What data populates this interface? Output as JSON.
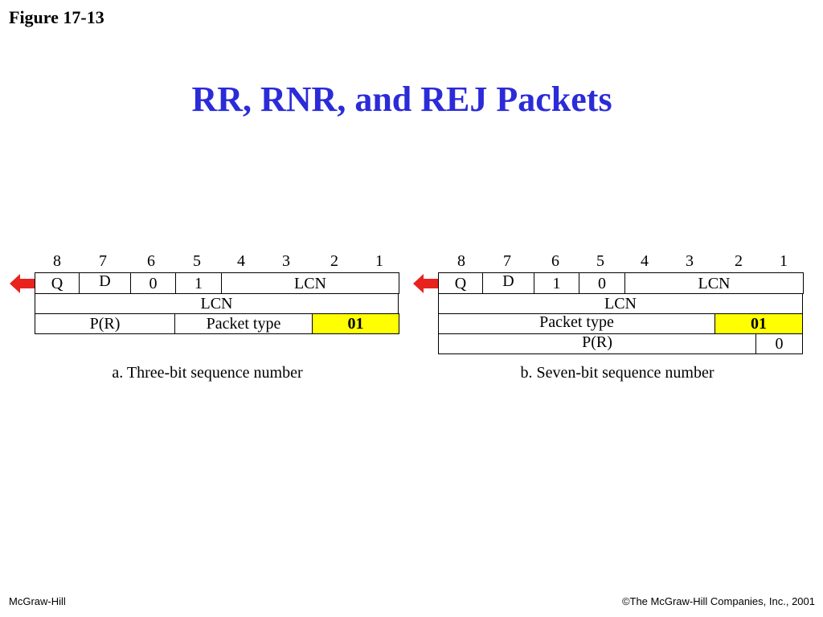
{
  "figure_label": "Figure 17-13",
  "title": "RR, RNR, and REJ Packets",
  "bit_numbers": [
    "8",
    "7",
    "6",
    "5",
    "4",
    "3",
    "2",
    "1"
  ],
  "diagram_a": {
    "row1": [
      "Q",
      "D",
      "0",
      "1",
      "LCN"
    ],
    "row2": [
      "LCN"
    ],
    "row3": [
      "P(R)",
      "Packet type",
      "01"
    ],
    "caption": "a. Three-bit sequence number"
  },
  "diagram_b": {
    "row1": [
      "Q",
      "D",
      "1",
      "0",
      "LCN"
    ],
    "row2": [
      "LCN"
    ],
    "row3": [
      "Packet type",
      "01"
    ],
    "row4": [
      "P(R)",
      "0"
    ],
    "caption": "b. Seven-bit sequence number"
  },
  "colors": {
    "title": "#2b2bd9",
    "highlight": "#ffff00",
    "arrow": "#e8231e"
  },
  "footer": {
    "left": "McGraw-Hill",
    "right": "©The McGraw-Hill Companies, Inc., 2001"
  }
}
